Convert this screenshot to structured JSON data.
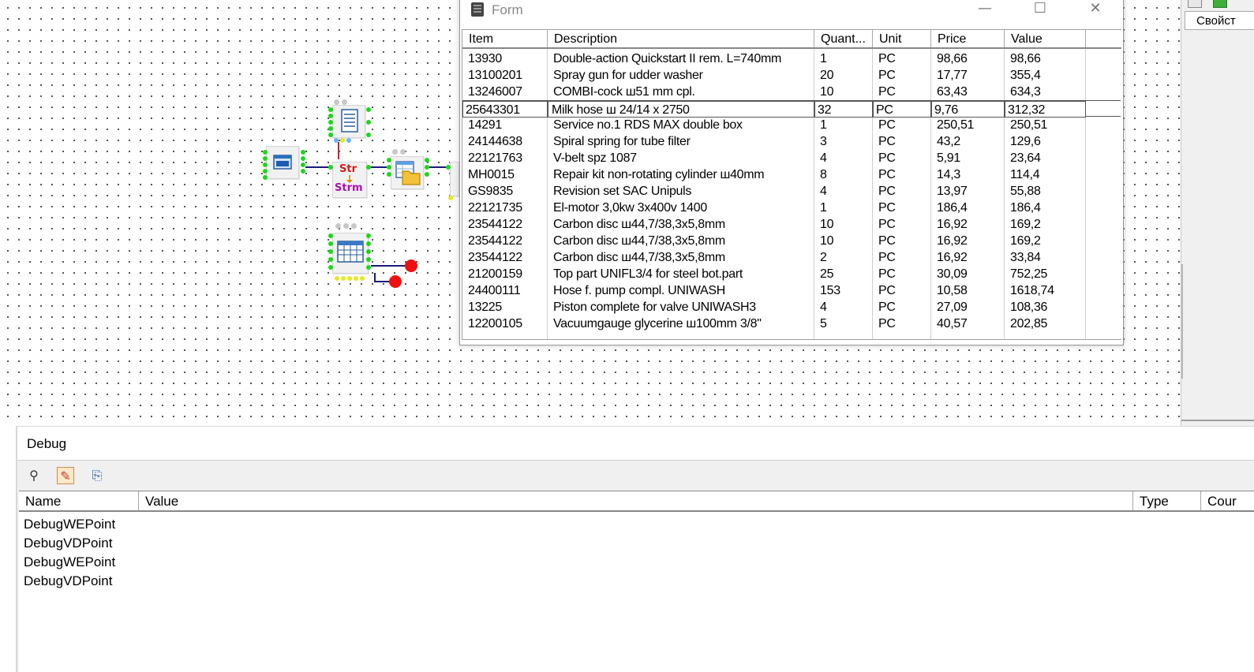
{
  "form_window": {
    "title": "Form",
    "minimize_glyph": "—",
    "maximize_glyph": "☐",
    "close_glyph": "✕",
    "columns": [
      "Item",
      "Description",
      "Quant...",
      "Unit",
      "Price",
      "Value"
    ],
    "rows": [
      [
        "13930",
        "Double-action Quickstart II rem. L=740mm",
        "1",
        "PC",
        "98,66",
        "98,66"
      ],
      [
        "13100201",
        "Spray gun for udder washer",
        "20",
        "PC",
        "17,77",
        "355,4"
      ],
      [
        "13246007",
        "COMBI-cock ш51 mm cpl.",
        "10",
        "PC",
        "63,43",
        "634,3"
      ],
      [
        "25643301",
        "Milk hose ш 24/14 x 2750",
        "32",
        "PC",
        "9,76",
        "312,32"
      ],
      [
        "14291",
        "Service no.1 RDS MAX double box",
        "1",
        "PC",
        "250,51",
        "250,51"
      ],
      [
        "24144638",
        "Spiral spring for tube filter",
        "3",
        "PC",
        "43,2",
        "129,6"
      ],
      [
        "22121763",
        "V-belt spz 1087",
        "4",
        "PC",
        "5,91",
        "23,64"
      ],
      [
        "MH0015",
        "Repair kit non-rotating cylinder ш40mm",
        "8",
        "PC",
        "14,3",
        "114,4"
      ],
      [
        "GS9835",
        "Revision set SAC Unipuls",
        "4",
        "PC",
        "13,97",
        "55,88"
      ],
      [
        "22121735",
        "El-motor 3,0kw 3x400v 1400",
        "1",
        "PC",
        "186,4",
        "186,4"
      ],
      [
        "23544122",
        "Carbon disc ш44,7/38,3x5,8mm",
        "10",
        "PC",
        "16,92",
        "169,2"
      ],
      [
        "23544122",
        "Carbon disc ш44,7/38,3x5,8mm",
        "10",
        "PC",
        "16,92",
        "169,2"
      ],
      [
        "23544122",
        "Carbon disc ш44,7/38,3x5,8mm",
        "2",
        "PC",
        "16,92",
        "33,84"
      ],
      [
        "21200159",
        "Top part UNIFL3/4 for steel bot.part",
        "25",
        "PC",
        "30,09",
        "752,25"
      ],
      [
        "24400111",
        "Hose f. pump compl. UNIWASH",
        "153",
        "PC",
        "10,58",
        "1618,74"
      ],
      [
        "13225",
        "Piston complete for valve UNIWASH3",
        "4",
        "PC",
        "27,09",
        "108,36"
      ],
      [
        "12200105",
        "Vacuumgauge glycerine ш100mm 3/8\"",
        "5",
        "PC",
        "40,57",
        "202,85"
      ]
    ],
    "editing_row": 3
  },
  "canvas": {
    "str_label": "Str",
    "strm_label": "Strm"
  },
  "properties_panel": {
    "tab_label": "Свойст"
  },
  "debug": {
    "title": "Debug",
    "toolbar": {
      "tool1_glyph": "⚲",
      "tool2_glyph": "✎",
      "tool3_glyph": "⎘"
    },
    "columns": [
      "Name",
      "Value",
      "Type",
      "Cour"
    ],
    "rows": [
      "DebugWEPoint",
      "DebugVDPoint",
      "DebugWEPoint",
      "DebugVDPoint"
    ]
  },
  "colors": {
    "connector_green": "#1bd81b",
    "wire": "#1a1a7a",
    "error_red": "#ee1111"
  }
}
